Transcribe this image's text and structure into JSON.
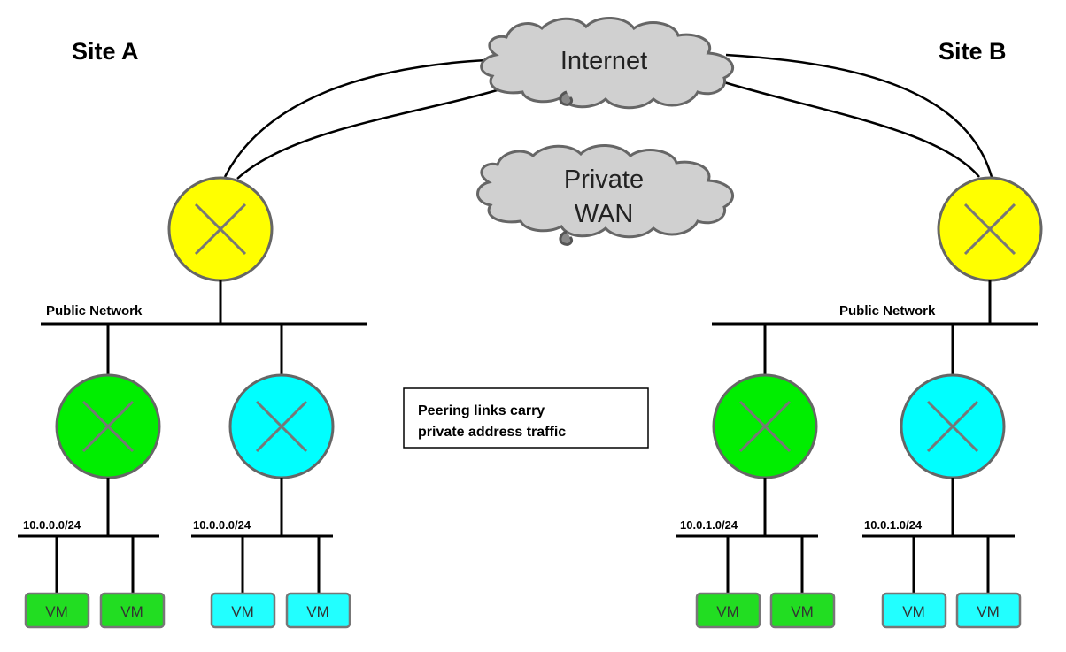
{
  "sites": {
    "a": {
      "title": "Site A"
    },
    "b": {
      "title": "Site B"
    }
  },
  "clouds": {
    "internet": {
      "label": "Internet"
    },
    "private_wan": {
      "line1": "Private",
      "line2": "WAN"
    }
  },
  "networks": {
    "public_a": "Public Network",
    "public_b": "Public Network"
  },
  "subnets": {
    "a_green": "10.0.0.0/24",
    "a_cyan": "10.0.0.0/24",
    "b_green": "10.0.1.0/24",
    "b_cyan": "10.0.1.0/24"
  },
  "note": {
    "line1": "Peering links carry",
    "line2": "private address traffic"
  },
  "vm_label": "VM",
  "colors": {
    "router": "#ffff00",
    "green_router": "#00ee00",
    "cyan_router": "#00ffff",
    "green_vm": "#22dd22",
    "cyan_vm": "#22ffff",
    "cloud": "#d0d0d0"
  }
}
